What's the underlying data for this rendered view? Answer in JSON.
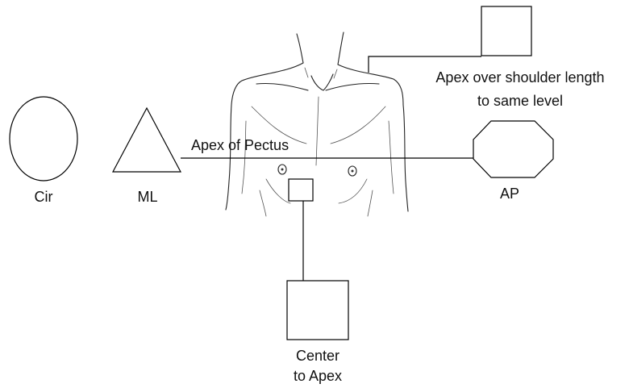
{
  "diagram": {
    "labels": {
      "cir": "Cir",
      "ml": "ML",
      "apex_of_pectus": "Apex of Pectus",
      "ap": "AP",
      "apex_over_shoulder_line1": "Apex over shoulder length",
      "apex_over_shoulder_line2": "to same level",
      "center_to_apex_line1": "Center",
      "center_to_apex_line2": "to Apex"
    },
    "shapes": {
      "cir": "circle",
      "ml": "triangle",
      "ap": "octagon",
      "apex_over_shoulder": "square",
      "center_to_apex": "square"
    },
    "colors": {
      "stroke": "#000000",
      "background": "#ffffff",
      "text": "#111111"
    }
  }
}
